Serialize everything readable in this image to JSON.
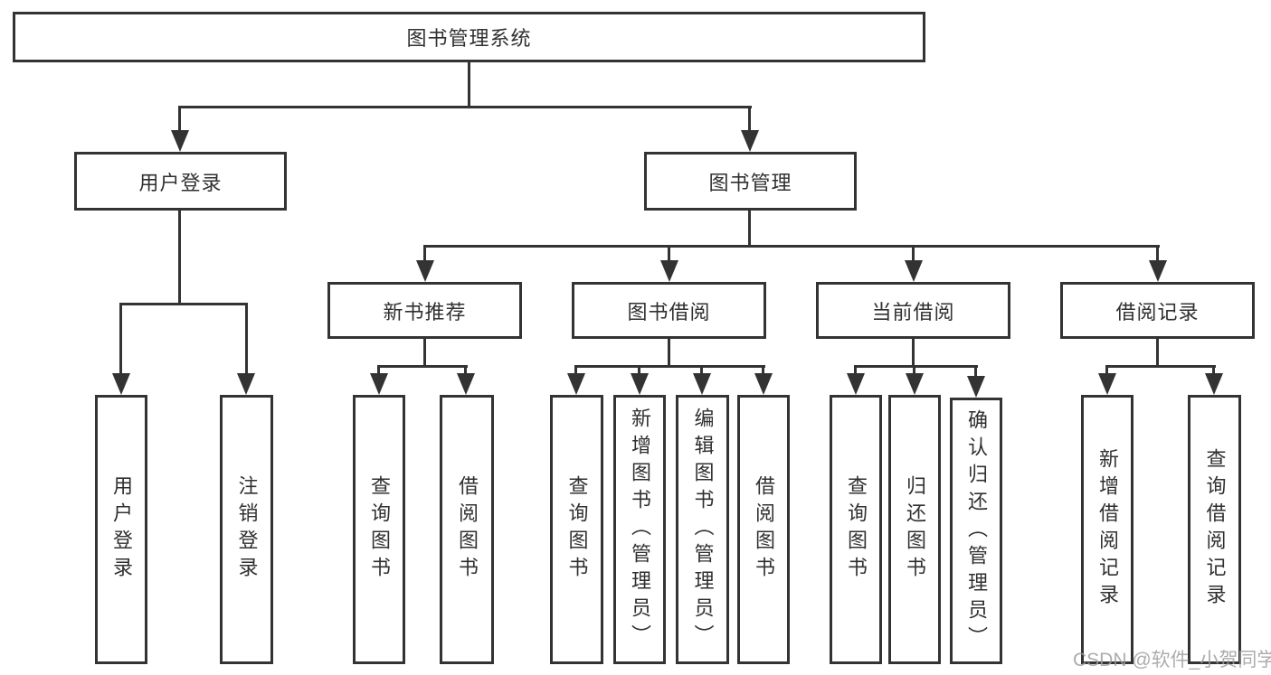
{
  "colors": {
    "line": "#333333",
    "text": "#303030",
    "box_background": "#ffffff",
    "page_background": "#ffffff",
    "watermark": "#9e9e9e"
  },
  "watermark": {
    "text": "CSDN @软件_小贺同学"
  },
  "diagram": {
    "title": "图书管理系统",
    "nodes": {
      "root": {
        "label": "图书管理系统"
      },
      "user_login": {
        "label": "用户登录"
      },
      "book_mgmt": {
        "label": "图书管理"
      },
      "new_book_rec": {
        "label": "新书推荐"
      },
      "book_borrow": {
        "label": "图书借阅"
      },
      "current_borrow": {
        "label": "当前借阅"
      },
      "borrow_record": {
        "label": "借阅记录"
      },
      "leaf_user_login": {
        "label": "用户登录"
      },
      "leaf_logout": {
        "label": "注销登录"
      },
      "leaf_nbr_query": {
        "label": "查询图书"
      },
      "leaf_nbr_borrow": {
        "label": "借阅图书"
      },
      "leaf_bb_query": {
        "label": "查询图书"
      },
      "leaf_bb_add": {
        "label": "新增图书（管理员）"
      },
      "leaf_bb_edit": {
        "label": "编辑图书（管理员）"
      },
      "leaf_bb_borrow": {
        "label": "借阅图书"
      },
      "leaf_cb_query": {
        "label": "查询图书"
      },
      "leaf_cb_return": {
        "label": "归还图书"
      },
      "leaf_cb_confirm": {
        "label": "确认归还（管理员）"
      },
      "leaf_br_add": {
        "label": "新增借阅记录"
      },
      "leaf_br_query": {
        "label": "查询借阅记录"
      }
    },
    "hierarchy": {
      "图书管理系统": [
        "用户登录",
        "图书管理"
      ],
      "用户登录": [
        "用户登录",
        "注销登录"
      ],
      "图书管理": [
        "新书推荐",
        "图书借阅",
        "当前借阅",
        "借阅记录"
      ],
      "新书推荐": [
        "查询图书",
        "借阅图书"
      ],
      "图书借阅": [
        "查询图书",
        "新增图书（管理员）",
        "编辑图书（管理员）",
        "借阅图书"
      ],
      "当前借阅": [
        "查询图书",
        "归还图书",
        "确认归还（管理员）"
      ],
      "借阅记录": [
        "新增借阅记录",
        "查询借阅记录"
      ]
    }
  }
}
